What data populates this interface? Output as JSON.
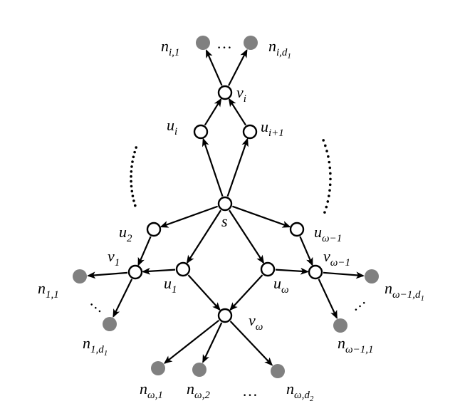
{
  "labels": {
    "n_i1": {
      "base": "n",
      "sub": "i,1"
    },
    "n_id1": {
      "base": "n",
      "sub": "i,d",
      "subsub": "1"
    },
    "v_i": {
      "base": "v",
      "sub": "i"
    },
    "u_i": {
      "base": "u",
      "sub": "i"
    },
    "u_i1": {
      "base": "u",
      "sub": "i+1"
    },
    "s": {
      "base": "s",
      "sub": ""
    },
    "u_2": {
      "base": "u",
      "sub": "2"
    },
    "u_w1": {
      "base": "u",
      "sub": "ω−1"
    },
    "v_1": {
      "base": "v",
      "sub": "1"
    },
    "v_w1": {
      "base": "v",
      "sub": "ω−1"
    },
    "u_1": {
      "base": "u",
      "sub": "1"
    },
    "u_w": {
      "base": "u",
      "sub": "ω"
    },
    "v_w": {
      "base": "v",
      "sub": "ω"
    },
    "n_11": {
      "base": "n",
      "sub": "1,1"
    },
    "n_1d1": {
      "base": "n",
      "sub": "1,d",
      "subsub": "1"
    },
    "n_w1d1": {
      "base": "n",
      "sub": "ω−1,d",
      "subsub": "1"
    },
    "n_w11": {
      "base": "n",
      "sub": "ω−1,1"
    },
    "n_w_1": {
      "base": "n",
      "sub": "ω,1"
    },
    "n_w_2": {
      "base": "n",
      "sub": "ω,2"
    },
    "n_wd2": {
      "base": "n",
      "sub": "ω,d",
      "subsub": "2"
    }
  },
  "ellipses": {
    "top": "…",
    "bottom": "…",
    "left_small": "…",
    "right_small": "…"
  },
  "colors": {
    "edge": "#000000",
    "open_node_fill": "#ffffff",
    "filled_node": "#808080"
  }
}
